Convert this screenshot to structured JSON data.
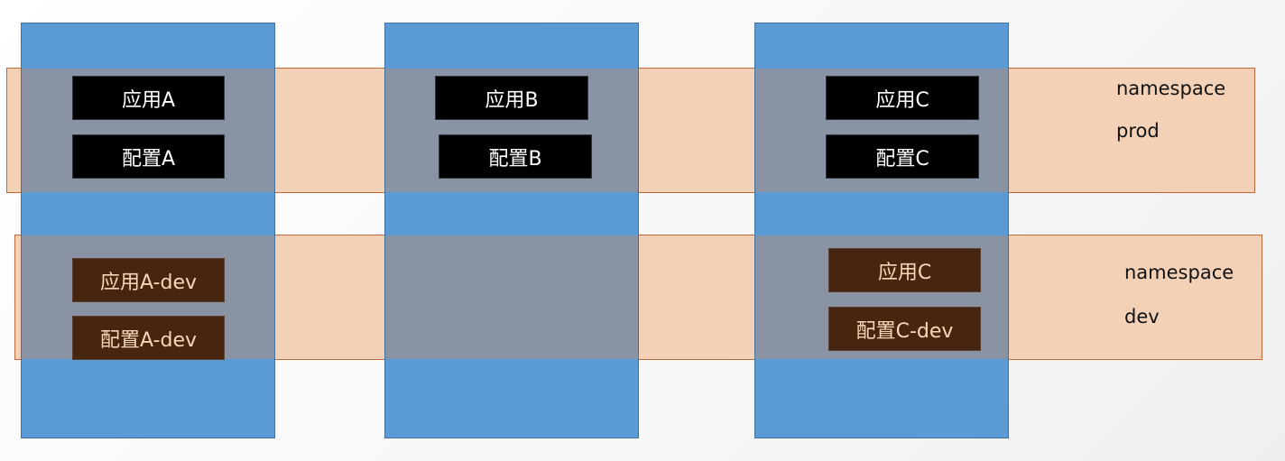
{
  "namespaces": {
    "prod": {
      "label_line1": "namespace",
      "label_line2": "prod"
    },
    "dev": {
      "label_line1": "namespace",
      "label_line2": "dev"
    }
  },
  "prod_boxes": {
    "app_a": "应用A",
    "config_a": "配置A",
    "app_b": "应用B",
    "config_b": "配置B",
    "app_c": "应用C",
    "config_c": "配置C"
  },
  "dev_boxes": {
    "app_a": "应用A-dev",
    "config_a": "配置A-dev",
    "app_c": "应用C",
    "config_c": "配置C-dev"
  },
  "colors": {
    "column": "#5b9bd5",
    "band": "#f3d1b7",
    "overlap": "#8a93a3",
    "prod_box": "#000000",
    "dev_box": "#472610"
  }
}
